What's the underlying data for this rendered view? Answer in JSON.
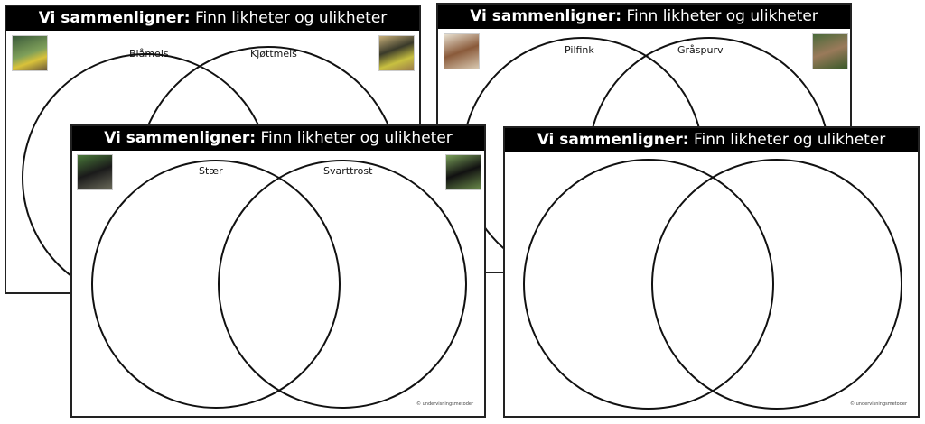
{
  "header": {
    "bold": "Vi sammenligner:",
    "rest": " Finn likheter og ulikheter"
  },
  "cards": [
    {
      "left_label": "Blåmeis",
      "right_label": "Kjøttmeis",
      "left_icon": "blue-tit-photo",
      "right_icon": "great-tit-photo"
    },
    {
      "left_label": "Pilfink",
      "right_label": "Gråspurv",
      "left_icon": "tree-sparrow-photo",
      "right_icon": "house-sparrow-photo"
    },
    {
      "left_label": "Stær",
      "right_label": "Svarttrost",
      "left_icon": "starling-photo",
      "right_icon": "blackbird-photo"
    },
    {
      "left_label": "",
      "right_label": ""
    }
  ],
  "copyright": "© undervisningsmetoder"
}
